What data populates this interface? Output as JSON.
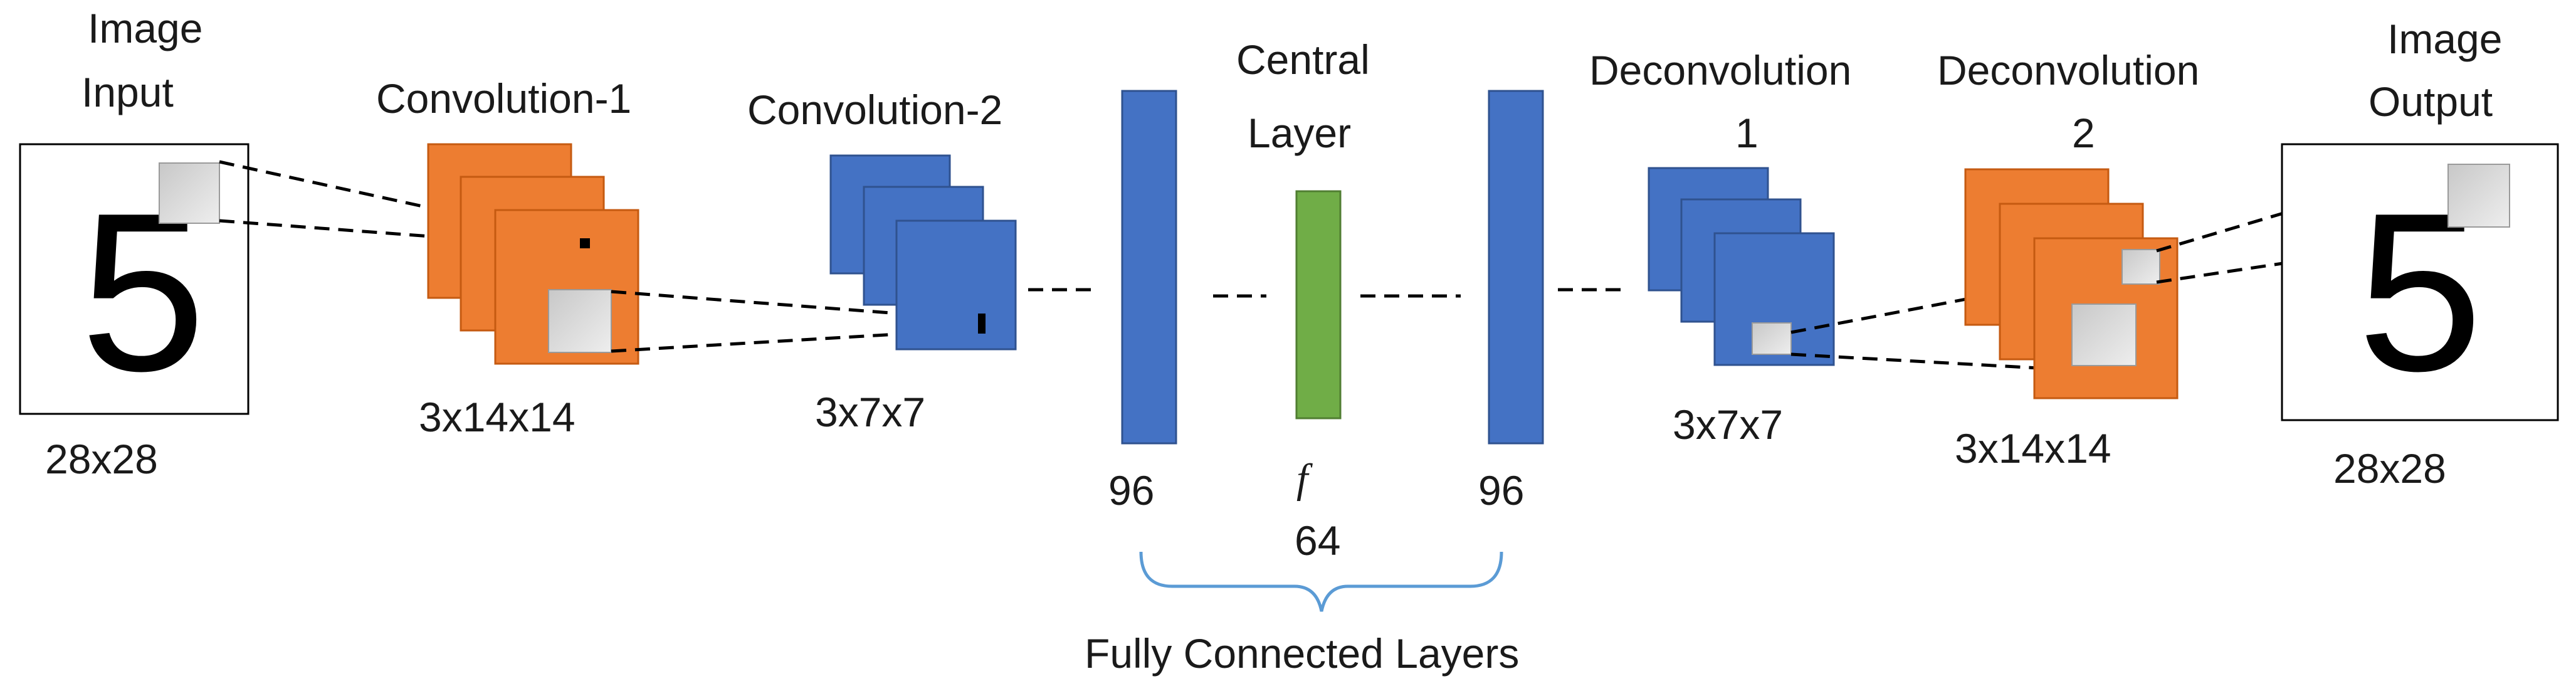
{
  "colors": {
    "orange": "#ed7d31",
    "orange_stroke": "#c55a11",
    "blue": "#4472c4",
    "blue_stroke": "#2f528f",
    "green": "#70ad47",
    "green_stroke": "#507e32",
    "brace": "#5b9bd5"
  },
  "input": {
    "title_line1": "Image",
    "title_line2": "Input",
    "digit": "5",
    "size": "28x28"
  },
  "conv1": {
    "title": "Convolution-1",
    "dims": "3x14x14"
  },
  "conv2": {
    "title": "Convolution-2",
    "dims": "3x7x7"
  },
  "fc1": {
    "units": "96"
  },
  "central": {
    "title_line1": "Central",
    "title_line2": "Layer",
    "symbol": "f",
    "units": "64"
  },
  "fc2": {
    "units": "96"
  },
  "deconv1": {
    "title_line1": "Deconvolution",
    "title_line2": "1",
    "dims": "3x7x7"
  },
  "deconv2": {
    "title_line1": "Deconvolution",
    "title_line2": "2",
    "dims": "3x14x14"
  },
  "output": {
    "title_line1": "Image",
    "title_line2": "Output",
    "digit": "5",
    "size": "28x28"
  },
  "fully_connected": {
    "label": "Fully Connected Layers"
  }
}
